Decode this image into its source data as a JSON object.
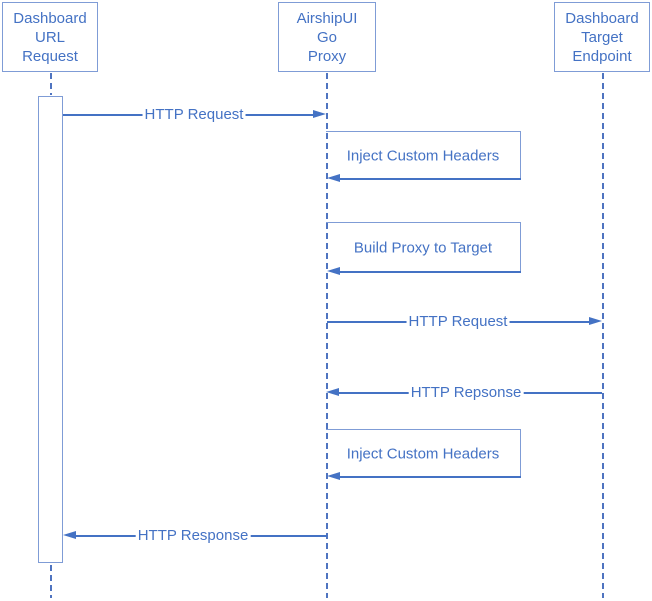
{
  "diagram": {
    "type": "sequence",
    "colors": {
      "message_line": "#4472c4",
      "label_text": "#4472c4",
      "box_border": "#7f9cd6",
      "lifeline": "#4f74c0",
      "background": "#ffffff"
    },
    "actors": [
      {
        "name": "Dashboard URL Request",
        "lines": [
          "Dashboard",
          "URL",
          "Request"
        ]
      },
      {
        "name": "AirshipUI Go Proxy",
        "lines": [
          "AirshipUI",
          "Go",
          "Proxy"
        ]
      },
      {
        "name": "Dashboard Target Endpoint",
        "lines": [
          "Dashboard",
          "Target",
          "Endpoint"
        ]
      }
    ],
    "messages": [
      {
        "label": "HTTP Request",
        "from": "Dashboard URL Request",
        "to": "AirshipUI Go Proxy",
        "kind": "arrow-right"
      },
      {
        "label": "Inject Custom Headers",
        "from": "AirshipUI Go Proxy",
        "to": "AirshipUI Go Proxy",
        "kind": "self"
      },
      {
        "label": "Build Proxy to Target",
        "from": "AirshipUI Go Proxy",
        "to": "AirshipUI Go Proxy",
        "kind": "self"
      },
      {
        "label": "HTTP Request",
        "from": "AirshipUI Go Proxy",
        "to": "Dashboard Target Endpoint",
        "kind": "arrow-right"
      },
      {
        "label": "HTTP Repsonse",
        "from": "Dashboard Target Endpoint",
        "to": "AirshipUI Go Proxy",
        "kind": "arrow-left"
      },
      {
        "label": "Inject Custom Headers",
        "from": "AirshipUI Go Proxy",
        "to": "AirshipUI Go Proxy",
        "kind": "self"
      },
      {
        "label": "HTTP Response",
        "from": "AirshipUI Go Proxy",
        "to": "Dashboard URL Request",
        "kind": "arrow-left"
      }
    ]
  }
}
